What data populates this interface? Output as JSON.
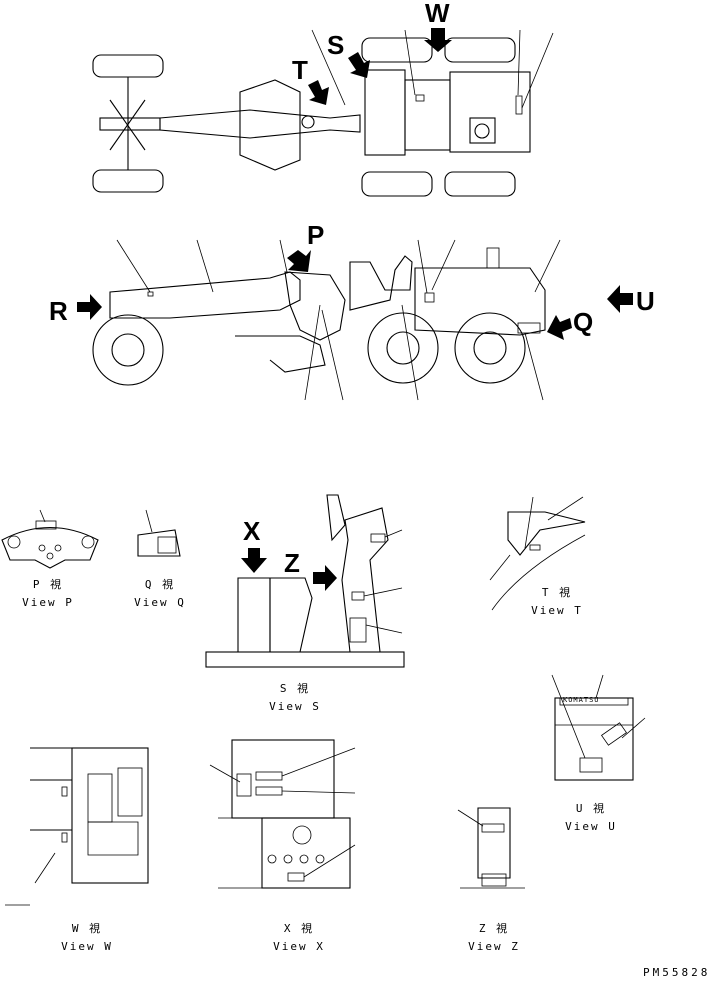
{
  "letters": {
    "W": "W",
    "S": "S",
    "T": "T",
    "P": "P",
    "R": "R",
    "U": "U",
    "Q": "Q",
    "X": "X",
    "Z": "Z"
  },
  "views": {
    "p": {
      "jp": "P 視",
      "en": "View P"
    },
    "q": {
      "jp": "Q 視",
      "en": "View Q"
    },
    "t": {
      "jp": "T 視",
      "en": "View T"
    },
    "s": {
      "jp": "S 視",
      "en": "View S"
    },
    "u": {
      "jp": "U 視",
      "en": "View U"
    },
    "w": {
      "jp": "W 視",
      "en": "View W"
    },
    "x": {
      "jp": "X 視",
      "en": "View X"
    },
    "z": {
      "jp": "Z 視",
      "en": "View Z"
    }
  },
  "brand": "KOMATSU",
  "drawing_code": "PM55828"
}
